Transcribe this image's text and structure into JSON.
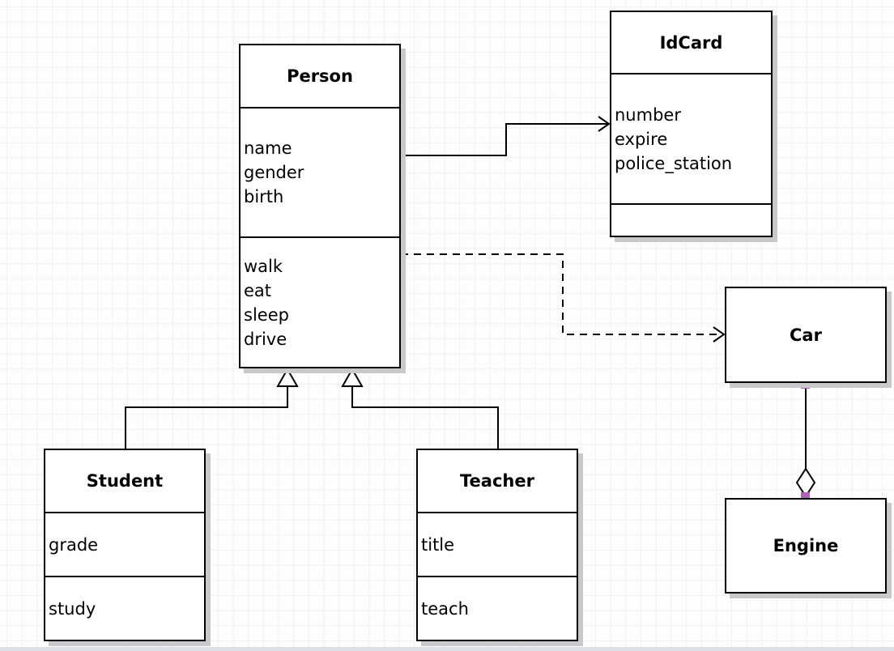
{
  "classes": {
    "person": {
      "name": "Person",
      "attributes": [
        "name",
        "gender",
        "birth"
      ],
      "methods": [
        "walk",
        "eat",
        "sleep",
        "drive"
      ]
    },
    "idcard": {
      "name": "IdCard",
      "attributes": [
        "number",
        "expire",
        "police_station"
      ],
      "methods": []
    },
    "car": {
      "name": "Car",
      "attributes": [],
      "methods": []
    },
    "engine": {
      "name": "Engine",
      "attributes": [],
      "methods": []
    },
    "student": {
      "name": "Student",
      "attributes": [
        "grade"
      ],
      "methods": [
        "study"
      ]
    },
    "teacher": {
      "name": "Teacher",
      "attributes": [
        "title"
      ],
      "methods": [
        "teach"
      ]
    }
  },
  "relationships": [
    {
      "from": "Person",
      "to": "IdCard",
      "type": "association",
      "line": "solid",
      "arrow": "open"
    },
    {
      "from": "Person",
      "to": "Car",
      "type": "dependency",
      "line": "dashed",
      "arrow": "open"
    },
    {
      "from": "Student",
      "to": "Person",
      "type": "generalization",
      "line": "solid",
      "arrow": "hollow-triangle"
    },
    {
      "from": "Teacher",
      "to": "Person",
      "type": "generalization",
      "line": "solid",
      "arrow": "hollow-triangle"
    },
    {
      "from": "Car",
      "to": "Engine",
      "type": "aggregation",
      "line": "solid",
      "arrow": "hollow-diamond",
      "endpoint_markers": 2
    }
  ],
  "colors": {
    "canvas": "#fdfdfe",
    "grid_line": "#f1f1f4",
    "box_fill": "#ffffff",
    "box_border": "#000000",
    "box_shadow": "#c9c9cb",
    "endpoint_marker": "#b163b8",
    "text": "#000000"
  }
}
